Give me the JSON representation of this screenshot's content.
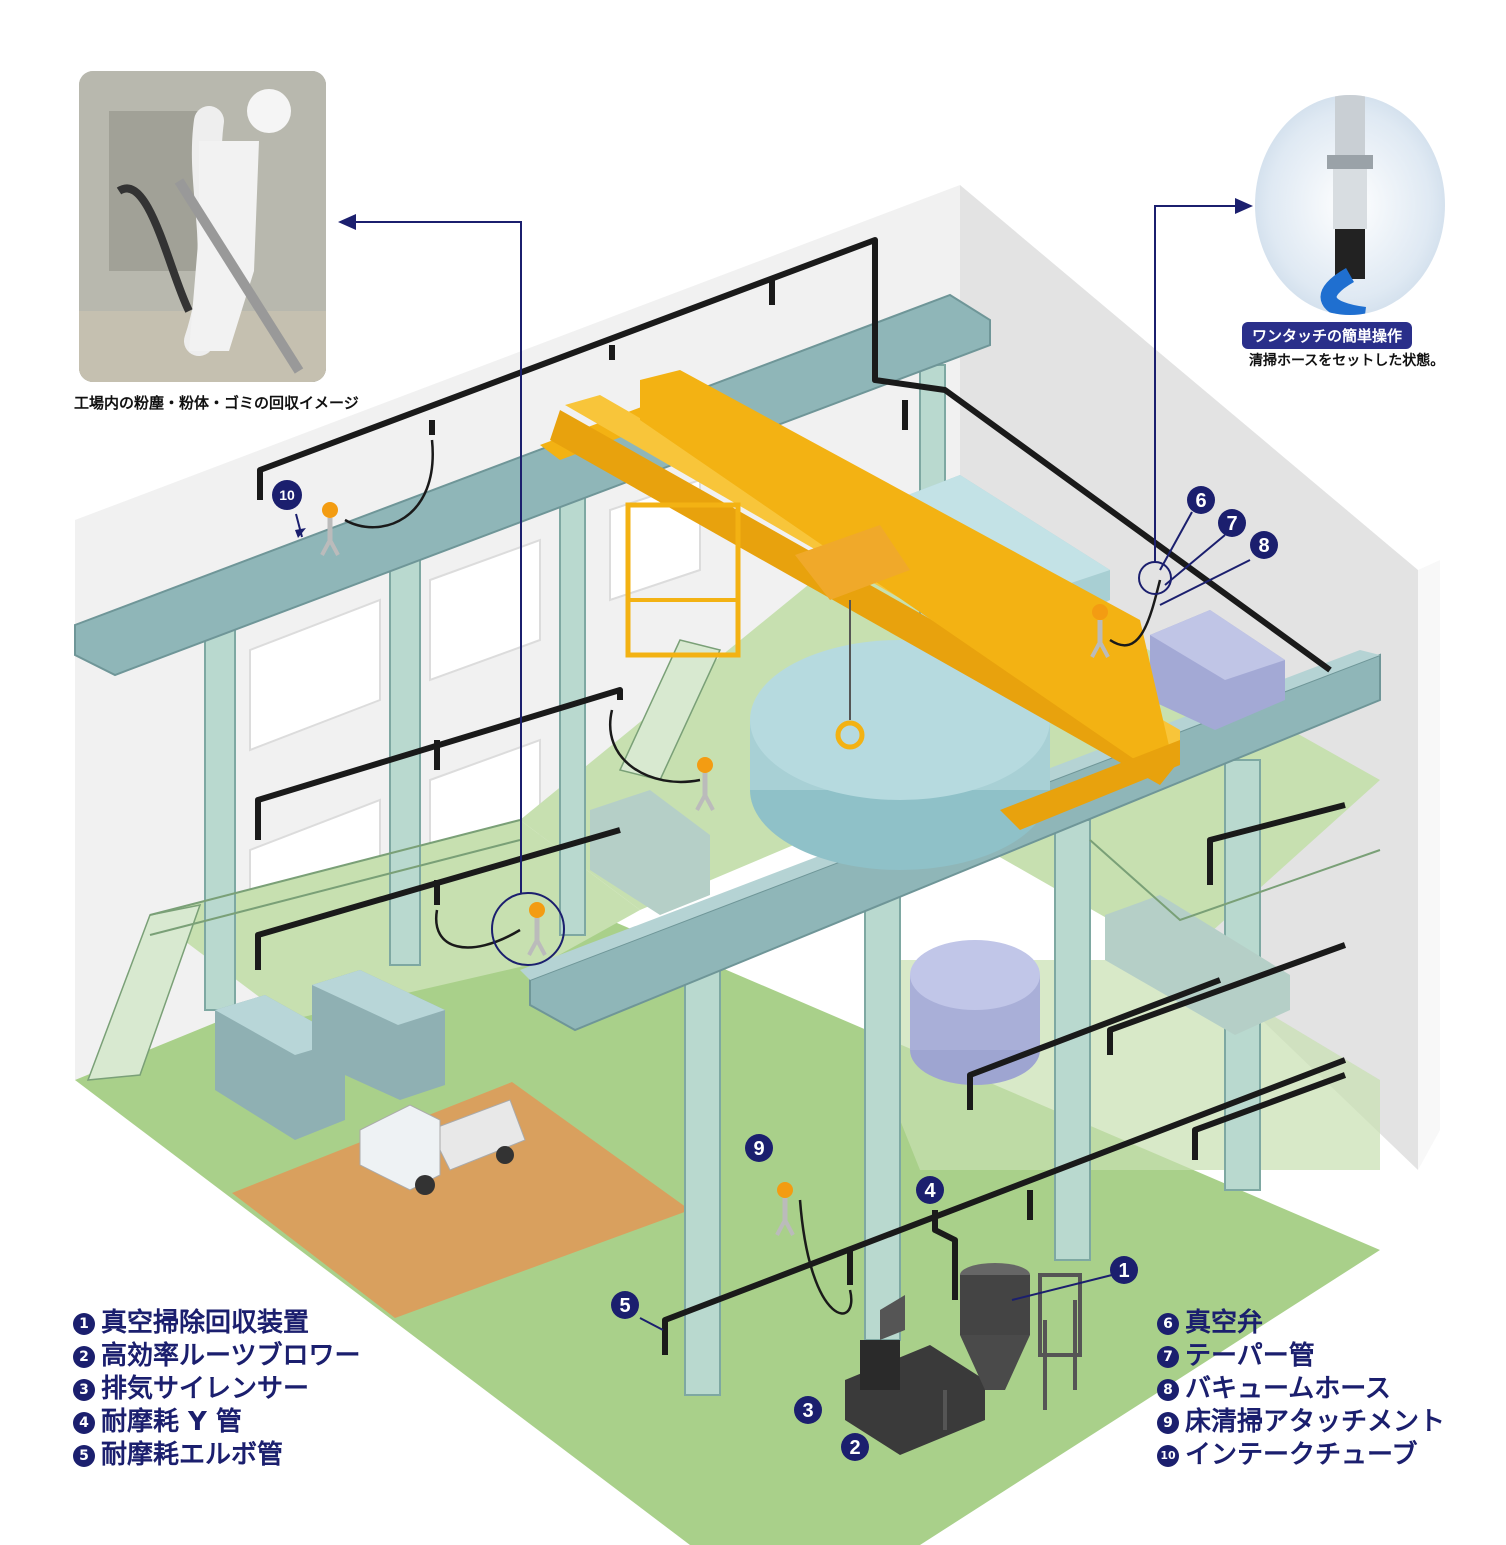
{
  "photo_left": {
    "caption": "工場内の粉塵・粉体・ゴミの回収イメージ"
  },
  "photo_right": {
    "badge": "ワンタッチの簡単操作",
    "caption": "清掃ホースをセットした状態。"
  },
  "callouts": [
    {
      "num": "1"
    },
    {
      "num": "2"
    },
    {
      "num": "3"
    },
    {
      "num": "4"
    },
    {
      "num": "5"
    },
    {
      "num": "6"
    },
    {
      "num": "7"
    },
    {
      "num": "8"
    },
    {
      "num": "9"
    },
    {
      "num": "10"
    }
  ],
  "legend_left": [
    {
      "num": "1",
      "label": "真空掃除回収装置"
    },
    {
      "num": "2",
      "label": "高効率ルーツブロワー"
    },
    {
      "num": "3",
      "label": "排気サイレンサー"
    },
    {
      "num": "4",
      "label": "耐摩耗 Y 管"
    },
    {
      "num": "5",
      "label": "耐摩耗エルボ管"
    }
  ],
  "legend_right": [
    {
      "num": "6",
      "label": "真空弁"
    },
    {
      "num": "7",
      "label": "テーパー管"
    },
    {
      "num": "8",
      "label": "バキュームホース"
    },
    {
      "num": "9",
      "label": "床清掃アタッチメント"
    },
    {
      "num": "10",
      "label": "インテークチューブ"
    }
  ],
  "colors": {
    "navy": "#1b1f6e",
    "beam": "#8fb6b8",
    "crane": "#f3b213",
    "floor": "#a9d08a",
    "upper_floor": "#c7e0b0",
    "dirt": "#d9a05e",
    "pipe": "#1a1a1a"
  }
}
